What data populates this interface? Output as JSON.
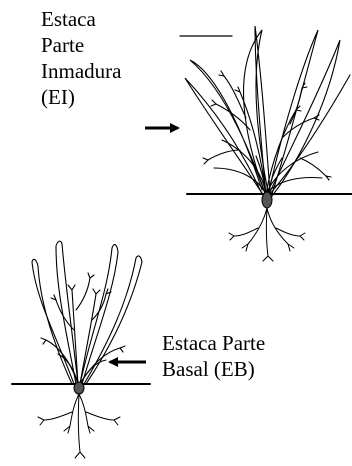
{
  "labels": {
    "immature": {
      "line1": "Estaca",
      "line2": "Parte",
      "line3": "Inmadura",
      "line4": "(EI)"
    },
    "basal": {
      "line1": "Estaca Parte",
      "line2": "Basal (EB)"
    }
  },
  "colors": {
    "ink": "#000000",
    "background": "#ffffff"
  }
}
